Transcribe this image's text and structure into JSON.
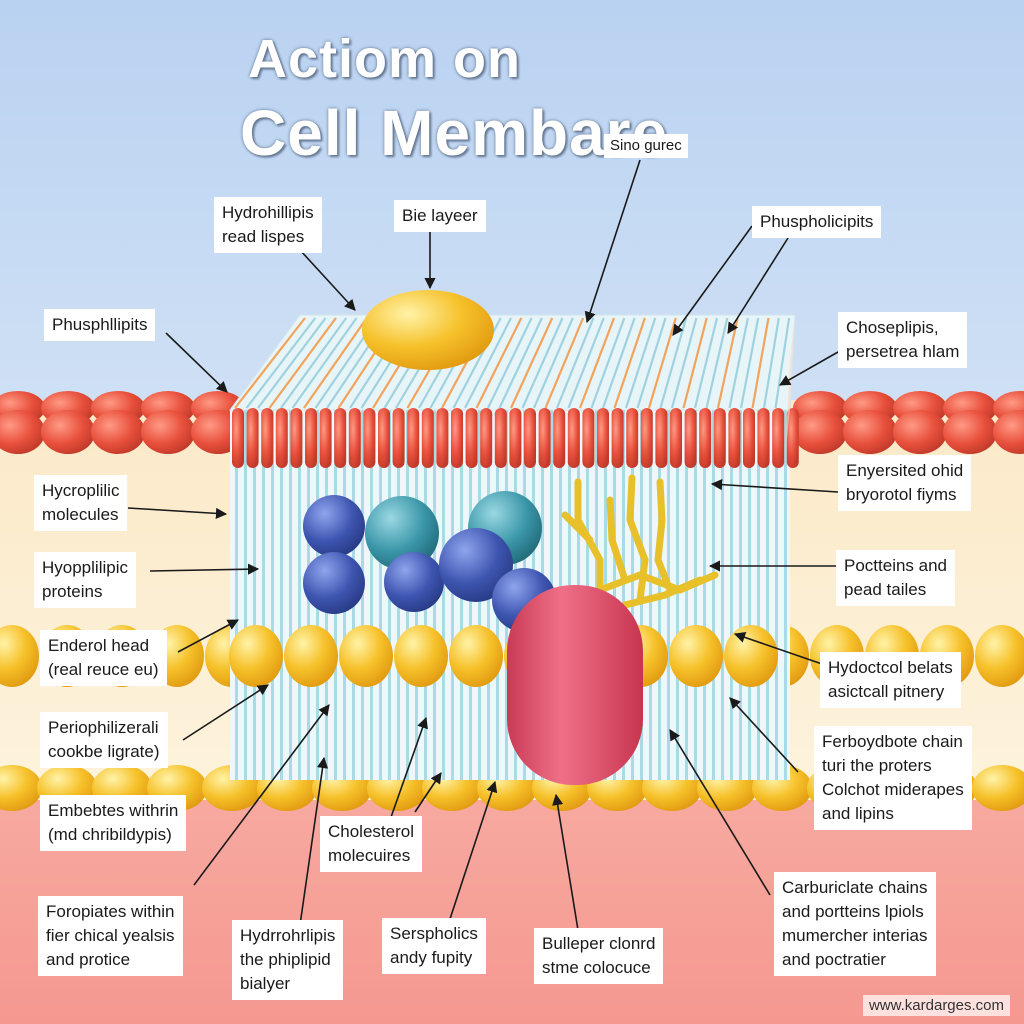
{
  "title": {
    "line1": "Actiom on",
    "line2": "Cell Membare"
  },
  "labels": {
    "signal": [
      "Sino gurec"
    ],
    "hydrophilic_head_top": [
      "Hydrohillipis",
      "read lispes"
    ],
    "bilayer": [
      "Bie layeer"
    ],
    "phospholipids_right": [
      "Phuspholicipits"
    ],
    "phospholipids_left": [
      "Phusphllipits"
    ],
    "chosphipids": [
      "Choseplipis,",
      "persetrea hlam"
    ],
    "hydrophilic_molecules": [
      "Hycroplilic",
      "molecules"
    ],
    "enzyme": [
      "Enyersited ohid",
      "bryorotol fiyms"
    ],
    "hydrophilic_proteins": [
      "Hyopplilipic",
      "proteins"
    ],
    "proteins_tails": [
      "Poctteins and",
      "pead tailes"
    ],
    "enderol_head": [
      "Enderol head",
      "(real reuce eu)"
    ],
    "hydroctol": [
      "Hydoctcol belats",
      "asictcall pitnery"
    ],
    "peripheral": [
      "Periophilizerali",
      "cookbe ligrate)"
    ],
    "ferboydbote": [
      "Ferboydbote chain",
      "turi the proters",
      "Colchot miderapes",
      "and lipins"
    ],
    "embedded": [
      "Embebtes withrin",
      "(md chribildypis)"
    ],
    "cholesterol": [
      "Cholesterol",
      "molecuires"
    ],
    "foropiates": [
      "Foropiates within",
      "fier chical yealsis",
      "and protice"
    ],
    "hydrorhlipis": [
      "Hydrrohrlipis",
      "the phiplipid",
      "bialyer"
    ],
    "serspholics": [
      "Serspholics",
      "andy fupity"
    ],
    "bulleper": [
      "Bulleper clonrd",
      "stme colocuce"
    ],
    "carbohydrate": [
      "Carburiclate chains",
      "and portteins lpiols",
      "mumercher interias",
      "and poctratier"
    ]
  },
  "watermark": "www.kardarges.com",
  "colors": {
    "sky": "#c4d8f2",
    "membrane_interior": "#fdf0d5",
    "cytoplasm": "#f7a39a",
    "red_head": "#e8503c",
    "yellow_head": "#f6c12a",
    "protein_pink": "#e0506a",
    "sphere_blue": "#3e55b0",
    "sphere_teal": "#3a96a8",
    "carbohydrate_chain": "#e8c02a"
  }
}
